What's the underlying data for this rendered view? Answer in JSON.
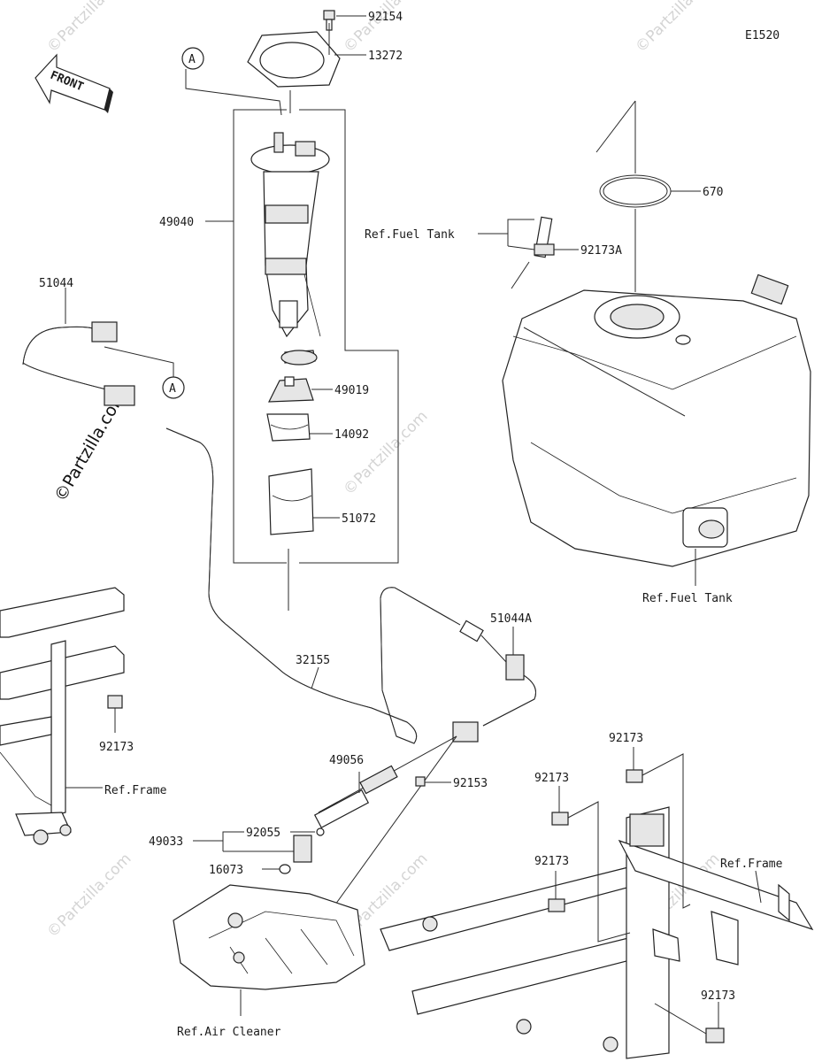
{
  "diagram_code": "E1520",
  "front_label": "FRONT",
  "callout_letter": "A",
  "watermark": "©Partzilla.com",
  "parts": {
    "p92154": "92154",
    "p13272": "13272",
    "p670": "670",
    "p49040": "49040",
    "p92173A": "92173A",
    "p51044": "51044",
    "p49019": "49019",
    "p14092": "14092",
    "p51072": "51072",
    "p51044A": "51044A",
    "p32155": "32155",
    "p92173_a": "92173",
    "p92173_b": "92173",
    "p92173_c": "92173",
    "p92173_d": "92173",
    "p92173_e": "92173",
    "p49056": "49056",
    "p92153": "92153",
    "p49033": "49033",
    "p92055": "92055",
    "p16073": "16073"
  },
  "refs": {
    "fuel_tank_top": "Ref.Fuel Tank",
    "fuel_tank_bottom": "Ref.Fuel Tank",
    "frame_left": "Ref.Frame",
    "frame_right": "Ref.Frame",
    "air_cleaner": "Ref.Air Cleaner"
  }
}
